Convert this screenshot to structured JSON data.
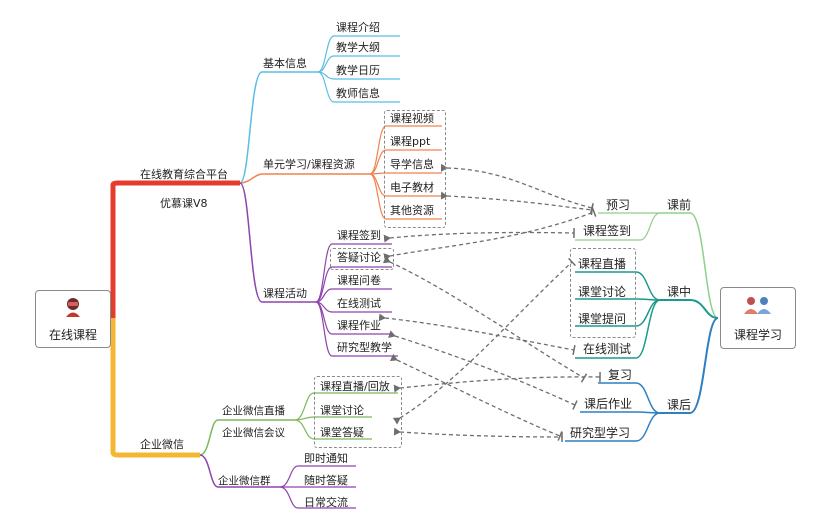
{
  "left_root": {
    "label": "在线课程",
    "icon": "student-avatar-icon"
  },
  "right_root": {
    "label": "课程学习",
    "icon": "group-people-icon"
  },
  "platform": {
    "label": "在线教育综合平台",
    "sublabel": "优慕课V8",
    "branches": [
      {
        "label": "基本信息",
        "items": [
          "课程介绍",
          "教学大纲",
          "教学日历",
          "教师信息"
        ]
      },
      {
        "label": "单元学习/课程资源",
        "items": [
          "课程视频",
          "课程ppt",
          "导学信息",
          "电子教材",
          "其他资源"
        ]
      },
      {
        "label": "课程活动",
        "items": [
          "课程签到",
          "答疑讨论",
          "课程问卷",
          "在线测试",
          "课程作业",
          "研究型教学"
        ]
      }
    ]
  },
  "wechat": {
    "label": "企业微信",
    "branches": [
      {
        "label": "企业微信直播",
        "label2": "企业微信会议",
        "items": [
          "课程直播/回放",
          "课堂讨论",
          "课堂答疑"
        ]
      },
      {
        "label": "企业微信群",
        "items": [
          "即时通知",
          "随时答疑",
          "日常交流"
        ]
      }
    ]
  },
  "phases": [
    {
      "label": "课前",
      "items": [
        "预习",
        "课程签到"
      ]
    },
    {
      "label": "课中",
      "items": [
        "课程直播",
        "课堂讨论",
        "课堂提问",
        "在线测试"
      ]
    },
    {
      "label": "课后",
      "items": [
        "复习",
        "课后作业",
        "研究型学习"
      ]
    }
  ],
  "colors": {
    "red": "#e53b2c",
    "yellow": "#f5b731",
    "blue": "#5bbde6",
    "orange": "#f0824c",
    "purple": "#8e44ad",
    "green": "#7cb85c",
    "lightgreen": "#8fcf8a",
    "teal": "#1a9a8c",
    "navy": "#2f7fc1",
    "dashed": "#7a7a7a"
  }
}
